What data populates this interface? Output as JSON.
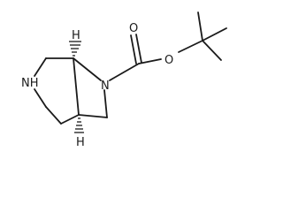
{
  "molecule": {
    "atom_labels": {
      "nh": "NH",
      "n_ring": "N",
      "o_carbonyl": "O",
      "o_ester": "O",
      "h_top": "H",
      "h_bottom": "H"
    },
    "colors": {
      "bond": "#1a1a1a",
      "label": "#1a1a1a",
      "background": "#ffffff"
    }
  }
}
